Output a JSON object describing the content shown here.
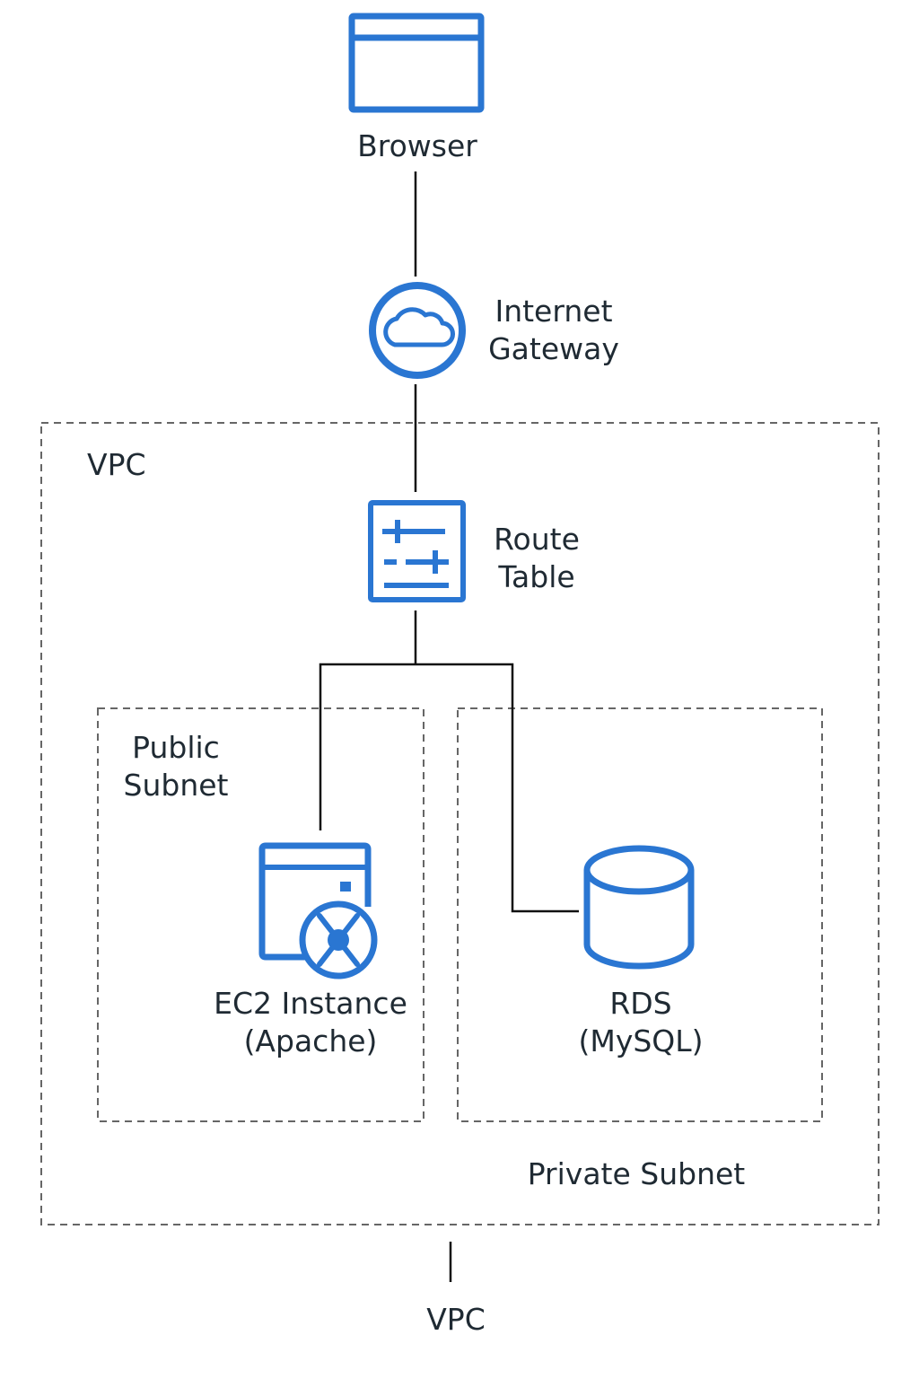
{
  "colors": {
    "icon": "#2a76d2",
    "line": "#111111",
    "dashed": "#666666"
  },
  "nodes": {
    "browser": {
      "label": "Browser",
      "icon": "browser-window-icon"
    },
    "internet_gateway": {
      "line1": "Internet",
      "line2": "Gateway",
      "icon": "cloud-gateway-icon"
    },
    "route_table": {
      "line1": "Route",
      "line2": "Table",
      "icon": "route-table-icon"
    },
    "ec2": {
      "line1": "EC2 Instance",
      "line2": "(Apache)",
      "icon": "ec2-instance-icon"
    },
    "rds": {
      "line1": "RDS",
      "line2": "(MySQL)",
      "icon": "database-icon"
    }
  },
  "groups": {
    "vpc": {
      "label": "VPC"
    },
    "public_subnet": {
      "line1": "Public",
      "line2": "Subnet"
    },
    "private_subnet": {
      "label": "Private Subnet"
    }
  },
  "footer": {
    "label": "VPC"
  }
}
